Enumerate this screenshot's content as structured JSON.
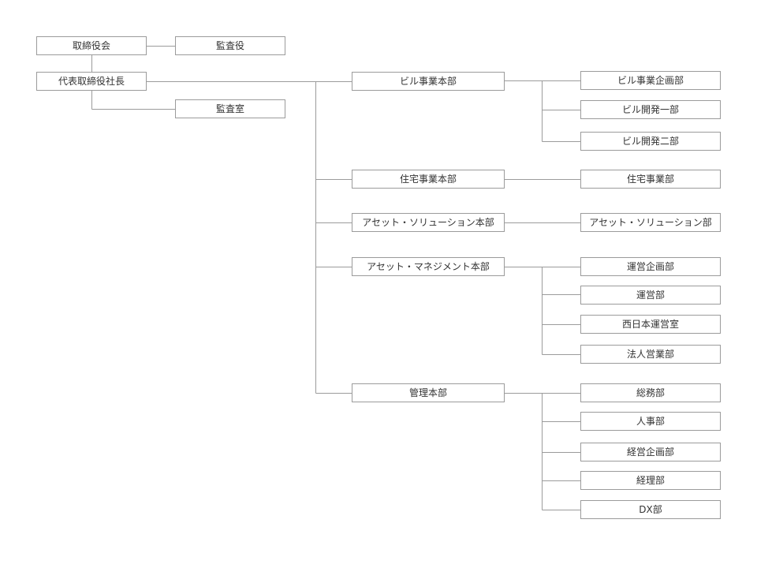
{
  "board": {
    "label": "取締役会"
  },
  "auditor": {
    "label": "監査役"
  },
  "president": {
    "label": "代表取締役社長"
  },
  "audit_office": {
    "label": "監査室"
  },
  "divisions": [
    {
      "label": "ビル事業本部",
      "departments": [
        "ビル事業企画部",
        "ビル開発一部",
        "ビル開発二部"
      ]
    },
    {
      "label": "住宅事業本部",
      "departments": [
        "住宅事業部"
      ]
    },
    {
      "label": "アセット・ソリューション本部",
      "departments": [
        "アセット・ソリューション部"
      ]
    },
    {
      "label": "アセット・マネジメント本部",
      "departments": [
        "運営企画部",
        "運営部",
        "西日本運営室",
        "法人営業部"
      ]
    },
    {
      "label": "管理本部",
      "departments": [
        "総務部",
        "人事部",
        "経営企画部",
        "経理部",
        "DX部"
      ]
    }
  ],
  "colors": {
    "box_border": "#9b9b9b",
    "line": "#9b9b9b",
    "text": "#333333",
    "background": "#ffffff"
  }
}
